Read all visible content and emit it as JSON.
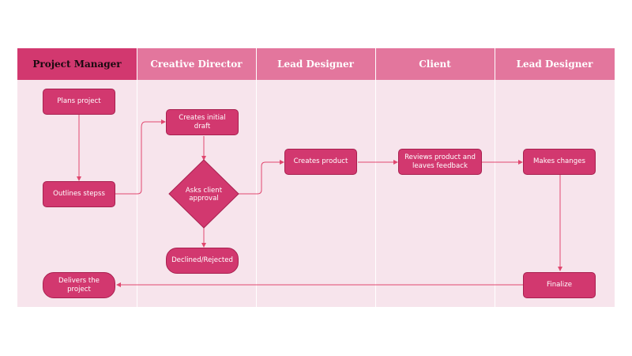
{
  "lanes": [
    {
      "title": "Project Manager",
      "color": "#d2386f"
    },
    {
      "title": "Creative Director",
      "color": "#e3769d"
    },
    {
      "title": "Lead Designer",
      "color": "#e3769d"
    },
    {
      "title": "Client",
      "color": "#e3769d"
    },
    {
      "title": "Lead Designer",
      "color": "#e3769d"
    }
  ],
  "nodes": {
    "plans_project": "Plans project",
    "outlines_steps": "Outlines stepss",
    "delivers_project": "Delivers the project",
    "creates_initial_draft": "Creates initial draft",
    "asks_client_approval": "Asks client approval",
    "declined_rejected": "Declined/Rejected",
    "creates_product": "Creates product",
    "reviews_product": "Reviews product and leaves feedback",
    "makes_changes": "Makes changes",
    "finalize": "Finalize"
  },
  "colors": {
    "node_fill": "#d2386f",
    "lane_background": "#f7e4ec",
    "connector": "#e0476f"
  }
}
